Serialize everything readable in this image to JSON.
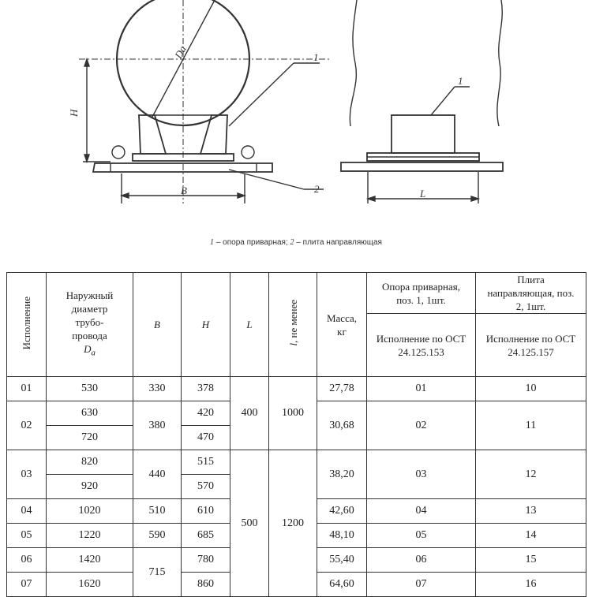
{
  "drawing": {
    "dim_Da": "Da",
    "dim_H": "H",
    "dim_B": "B",
    "dim_L": "L",
    "callout_1_left": "1",
    "callout_2_left": "2",
    "callout_1_right": "1"
  },
  "caption": {
    "n1": "1",
    "t1": " – опора приварная;  ",
    "n2": "2",
    "t2": " – плита направляющая"
  },
  "table": {
    "headers": {
      "ispolnenie": "Исполнение",
      "diam": "Наружный диаметр трубо-провода",
      "diam_sym": "D",
      "diam_sub": "a",
      "B": "B",
      "H": "H",
      "L": "L",
      "l_sym": "l,",
      "l_note": "не менее",
      "mass": "Масса, кг",
      "opora": "Опора приварная, поз. 1, 1шт.",
      "plita": "Плита направляющая, поз. 2, 1шт.",
      "opora_sub": "Исполнение по ОСТ 24.125.153",
      "plita_sub": "Исполнение по ОСТ 24.125.157"
    },
    "rows": {
      "r01": {
        "isp": "01",
        "d": "530",
        "B": "330",
        "H": "378",
        "m": "27,78",
        "op": "01",
        "pl": "10"
      },
      "r02": {
        "isp": "02",
        "d1": "630",
        "d2": "720",
        "B": "380",
        "H1": "420",
        "H2": "470",
        "m": "30,68",
        "op": "02",
        "pl": "11"
      },
      "L_a": "400",
      "l_a": "1000",
      "r03": {
        "isp": "03",
        "d1": "820",
        "d2": "920",
        "B": "440",
        "H1": "515",
        "H2": "570",
        "m": "38,20",
        "op": "03",
        "pl": "12"
      },
      "L_b": "500",
      "l_b": "1200",
      "r04": {
        "isp": "04",
        "d": "1020",
        "B": "510",
        "H": "610",
        "m": "42,60",
        "op": "04",
        "pl": "13"
      },
      "r05": {
        "isp": "05",
        "d": "1220",
        "B": "590",
        "H": "685",
        "m": "48,10",
        "op": "05",
        "pl": "14"
      },
      "r06": {
        "isp": "06",
        "d": "1420",
        "H": "780",
        "m": "55,40",
        "op": "06",
        "pl": "15"
      },
      "B_67": "715",
      "r07": {
        "isp": "07",
        "d": "1620",
        "H": "860",
        "m": "64,60",
        "op": "07",
        "pl": "16"
      }
    }
  }
}
